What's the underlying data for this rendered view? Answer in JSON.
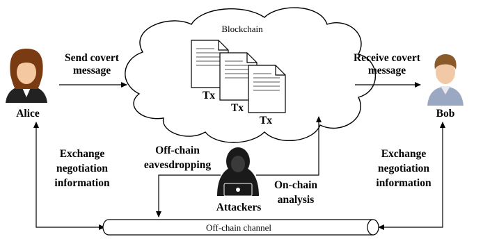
{
  "cloud": {
    "label": "Blockchain"
  },
  "transactions": [
    "Tx",
    "Tx",
    "Tx"
  ],
  "actors": {
    "alice": {
      "label": "Alice"
    },
    "bob": {
      "label": "Bob"
    },
    "attackers": {
      "label": "Attackers"
    }
  },
  "edges": {
    "send": {
      "line1": "Send covert",
      "line2": "message"
    },
    "receive": {
      "line1": "Receive covert",
      "line2": "message"
    },
    "left_exchange": {
      "line1": "Exchange",
      "line2": "negotiation",
      "line3": "information"
    },
    "right_exchange": {
      "line1": "Exchange",
      "line2": "negotiation",
      "line3": "information"
    },
    "offchain_eaves": {
      "line1": "Off-chain",
      "line2": "eavesdropping"
    },
    "onchain_analysis": {
      "line1": "On-chain",
      "line2": "analysis"
    }
  },
  "channel": {
    "label": "Off-chain channel"
  },
  "colors": {
    "alice_hair": "#7a3b12",
    "alice_skin": "#f4c8a0",
    "bob_hair": "#8a5a2a",
    "bob_shirt": "#9aa8c2",
    "attacker": "#1a1a1a",
    "line": "#000000"
  }
}
